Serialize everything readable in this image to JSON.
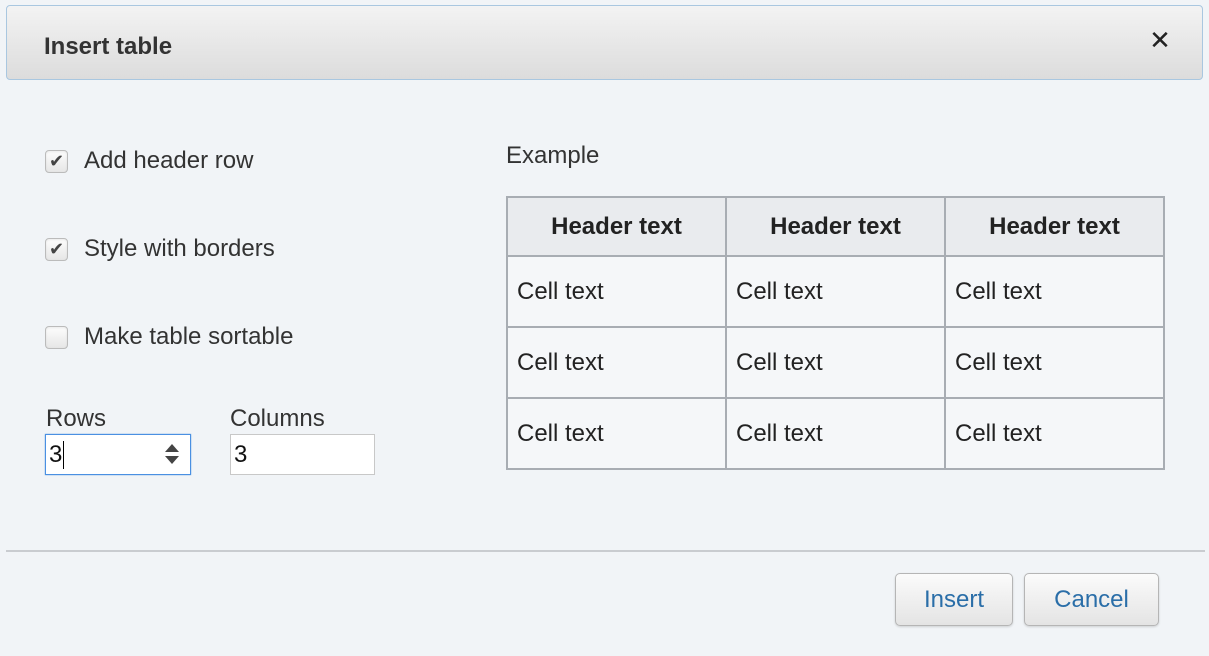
{
  "dialog": {
    "title": "Insert table",
    "close_symbol": "✕"
  },
  "options": [
    {
      "label": "Add header row",
      "checked": true
    },
    {
      "label": "Style with borders",
      "checked": true
    },
    {
      "label": "Make table sortable",
      "checked": false
    }
  ],
  "rows": {
    "label": "Rows",
    "value": "3"
  },
  "columns": {
    "label": "Columns",
    "value": "3"
  },
  "example": {
    "label": "Example",
    "headers": [
      "Header text",
      "Header text",
      "Header text"
    ],
    "cells": [
      [
        "Cell text",
        "Cell text",
        "Cell text"
      ],
      [
        "Cell text",
        "Cell text",
        "Cell text"
      ],
      [
        "Cell text",
        "Cell text",
        "Cell text"
      ]
    ]
  },
  "buttons": {
    "insert": "Insert",
    "cancel": "Cancel"
  },
  "icons": {
    "close": "close-icon",
    "check": "check-icon",
    "spinner": "spinner-icon"
  }
}
